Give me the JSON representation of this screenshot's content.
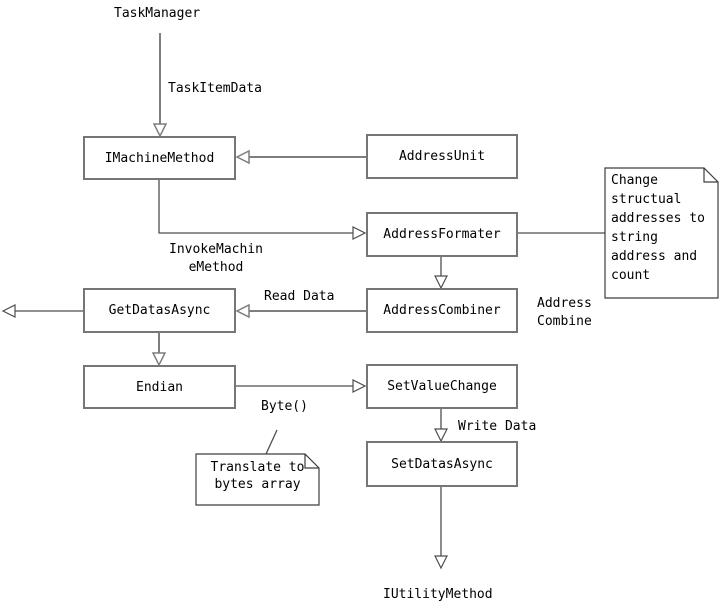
{
  "colors": {
    "background": "#ffffff",
    "box_border": "#767676",
    "connector": "#4e4e4e",
    "connector_gray": "#7e7e7e",
    "note_border": "#3d3d3d",
    "text": "#000000"
  },
  "nodes": {
    "task_manager": "TaskManager",
    "imachine_method": "IMachineMethod",
    "address_unit": "AddressUnit",
    "address_formater": "AddressFormater",
    "address_combiner": "AddressCombiner",
    "get_datas_async": "GetDatasAsync",
    "endian": "Endian",
    "set_value_change": "SetValueChange",
    "set_datas_async": "SetDatasAsync",
    "iutility_method": "IUtilityMethod"
  },
  "edge_labels": {
    "task_item_data": "TaskItemData",
    "invoke_machine_method": "InvokeMachin\neMethod",
    "read_data": "Read Data",
    "address_combine": "Address\nCombine",
    "byte": "Byte()",
    "write_data": "Write Data"
  },
  "notes": {
    "change_structural": "Change\nstructual\naddresses to\nstring\naddress and\ncount",
    "translate_bytes": "Translate to\nbytes array"
  }
}
